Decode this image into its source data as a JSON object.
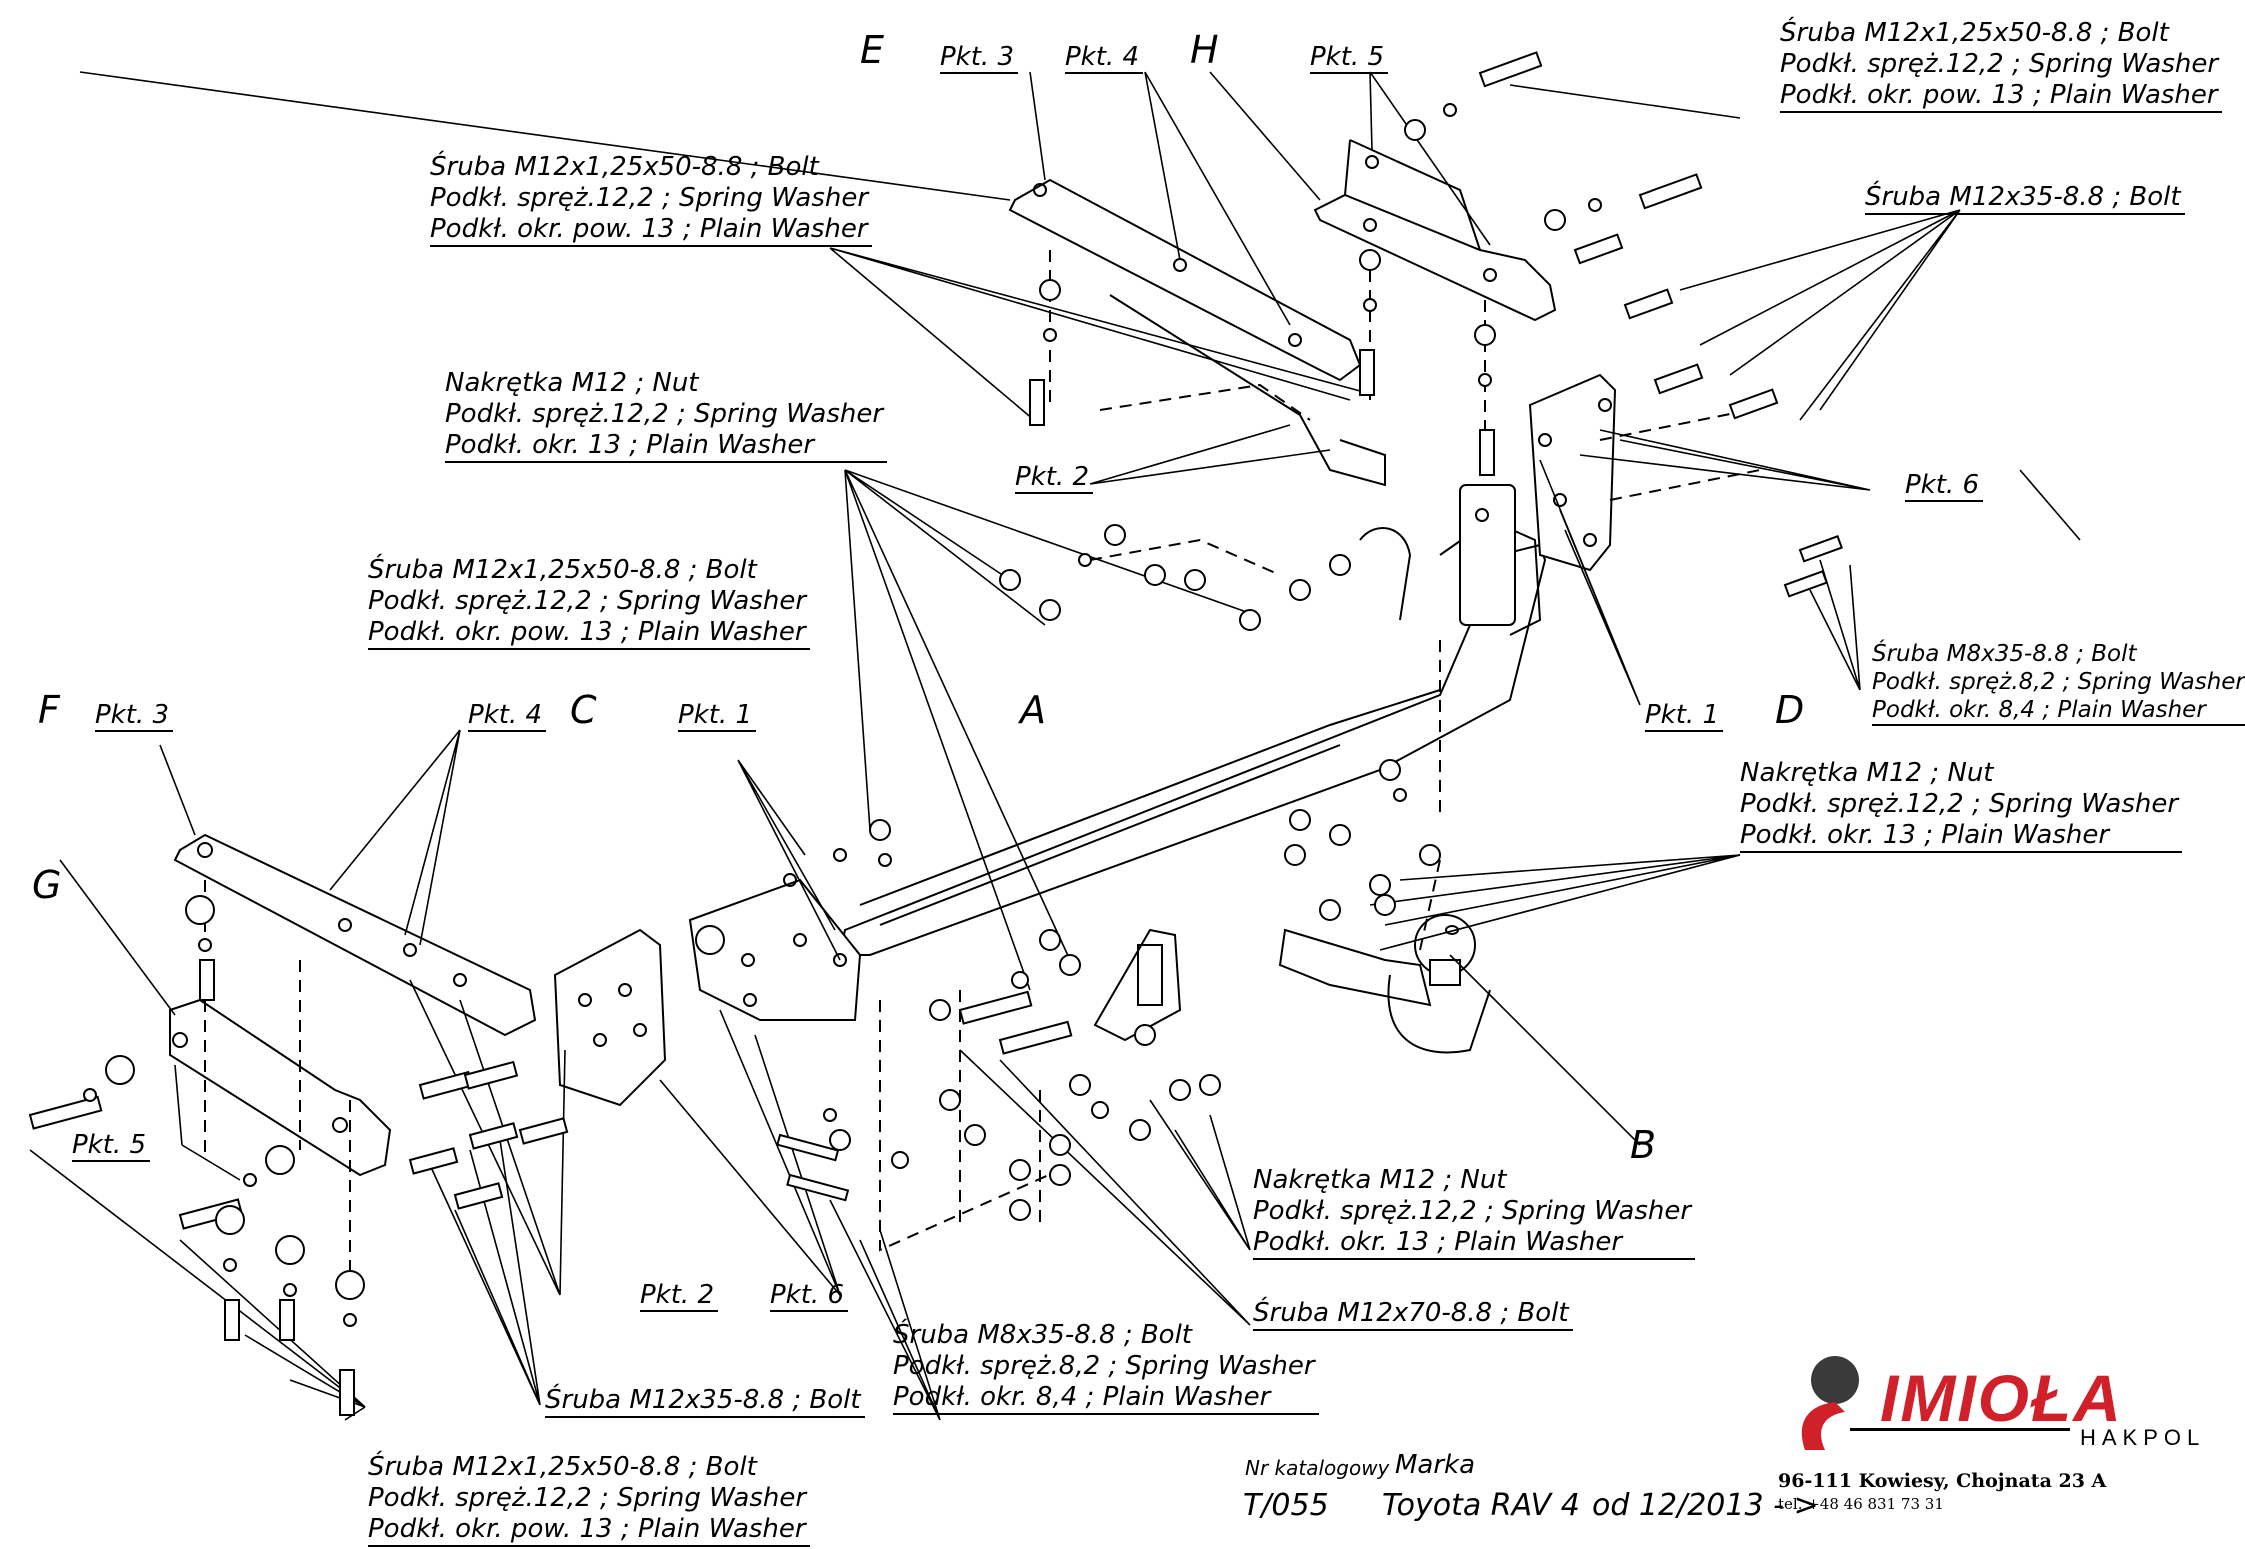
{
  "letters": {
    "A": "A",
    "B": "B",
    "C": "C",
    "D": "D",
    "E": "E",
    "F": "F",
    "G": "G",
    "H": "H"
  },
  "pkt": {
    "p1": "Pkt. 1",
    "p2": "Pkt. 2",
    "p3": "Pkt. 3",
    "p4": "Pkt. 4",
    "p5": "Pkt. 5",
    "p6": "Pkt. 6"
  },
  "callouts": {
    "top_right": [
      "Śruba M12x1,25x50-8.8 ;  Bolt",
      "Podkł. spręż.12,2 ; Spring Washer",
      "Podkł. okr. pow. 13 ; Plain Washer"
    ],
    "top_left": [
      "Śruba M12x1,25x50-8.8 ;  Bolt",
      "Podkł. spręż.12,2 ; Spring Washer",
      "Podkł. okr. pow. 13 ; Plain Washer"
    ],
    "nut_top": [
      "Nakrętka  M12 ; Nut",
      "Podkł. spręż.12,2 ; Spring Washer",
      "Podkł. okr. 13 ; Plain Washer"
    ],
    "bolt_m12x35_top": "Śruba M12x35-8.8 ;  Bolt",
    "left_bolt": [
      "Śruba M12x1,25x50-8.8 ;  Bolt",
      "Podkł. spręż.12,2 ; Spring Washer",
      "Podkł. okr. pow. 13 ; Plain Washer"
    ],
    "m8_right": [
      "Śruba M8x35-8.8 ;  Bolt",
      "Podkł. spręż.8,2 ; Spring Washer",
      "Podkł. okr. 8,4 ; Plain Washer"
    ],
    "nut_right": [
      "Nakrętka  M12 ; Nut",
      "Podkł. spręż.12,2 ; Spring Washer",
      "Podkł. okr. 13 ; Plain Washer"
    ],
    "nut_bottom": [
      "Nakrętka  M12 ; Nut",
      "Podkł. spręż.12,2 ; Spring Washer",
      "Podkł. okr. 13 ; Plain Washer"
    ],
    "bolt_m12x70": "Śruba M12x70-8.8 ;  Bolt",
    "bolt_m12x35_bottom": "Śruba M12x35-8.8 ;  Bolt",
    "m8_bottom": [
      "Śruba M8x35-8.8 ;  Bolt",
      "Podkł. spręż.8,2 ; Spring Washer",
      "Podkł. okr. 8,4 ; Plain Washer"
    ],
    "bottom_left": [
      "Śruba M12x1,25x50-8.8 ;  Bolt",
      "Podkł. spręż.12,2 ; Spring Washer",
      "Podkł. okr. pow. 13 ; Plain Washer"
    ]
  },
  "footer": {
    "catalog_label": "Nr katalogowy",
    "brand_label": "Marka",
    "catalog_no": "T/055",
    "model": "Toyota RAV 4",
    "date": "od 12/2013 - >",
    "address": "96-111 Kowiesy, Chojnata 23 A",
    "tel": "tel. +48 46 831 73 31"
  },
  "logo": {
    "name": "IMIOŁA",
    "sub": "HAKPOL",
    "color": "#d0202a",
    "ball_color": "#3a3a3a"
  }
}
